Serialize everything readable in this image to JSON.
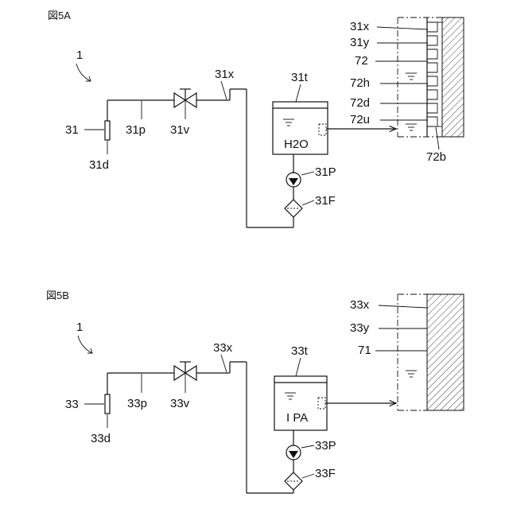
{
  "fig_a": {
    "title": "図5A",
    "ref": "1",
    "nozzle": "31",
    "nozzle_tip": "31d",
    "pipe": "31p",
    "valve": "31v",
    "pipe_x": "31x",
    "tank": "31t",
    "tank_content": "H2O",
    "pump": "31P",
    "filter": "31F",
    "wall_labels": [
      "31x",
      "31y",
      "72",
      "72h",
      "72d",
      "72u"
    ],
    "wall_bottom": "72b"
  },
  "fig_b": {
    "title": "図5B",
    "ref": "1",
    "nozzle": "33",
    "nozzle_tip": "33d",
    "pipe": "33p",
    "valve": "33v",
    "pipe_x": "33x",
    "tank": "33t",
    "tank_content": "I PA",
    "pump": "33P",
    "filter": "33F",
    "wall_labels": [
      "33x",
      "33y",
      "71"
    ]
  }
}
